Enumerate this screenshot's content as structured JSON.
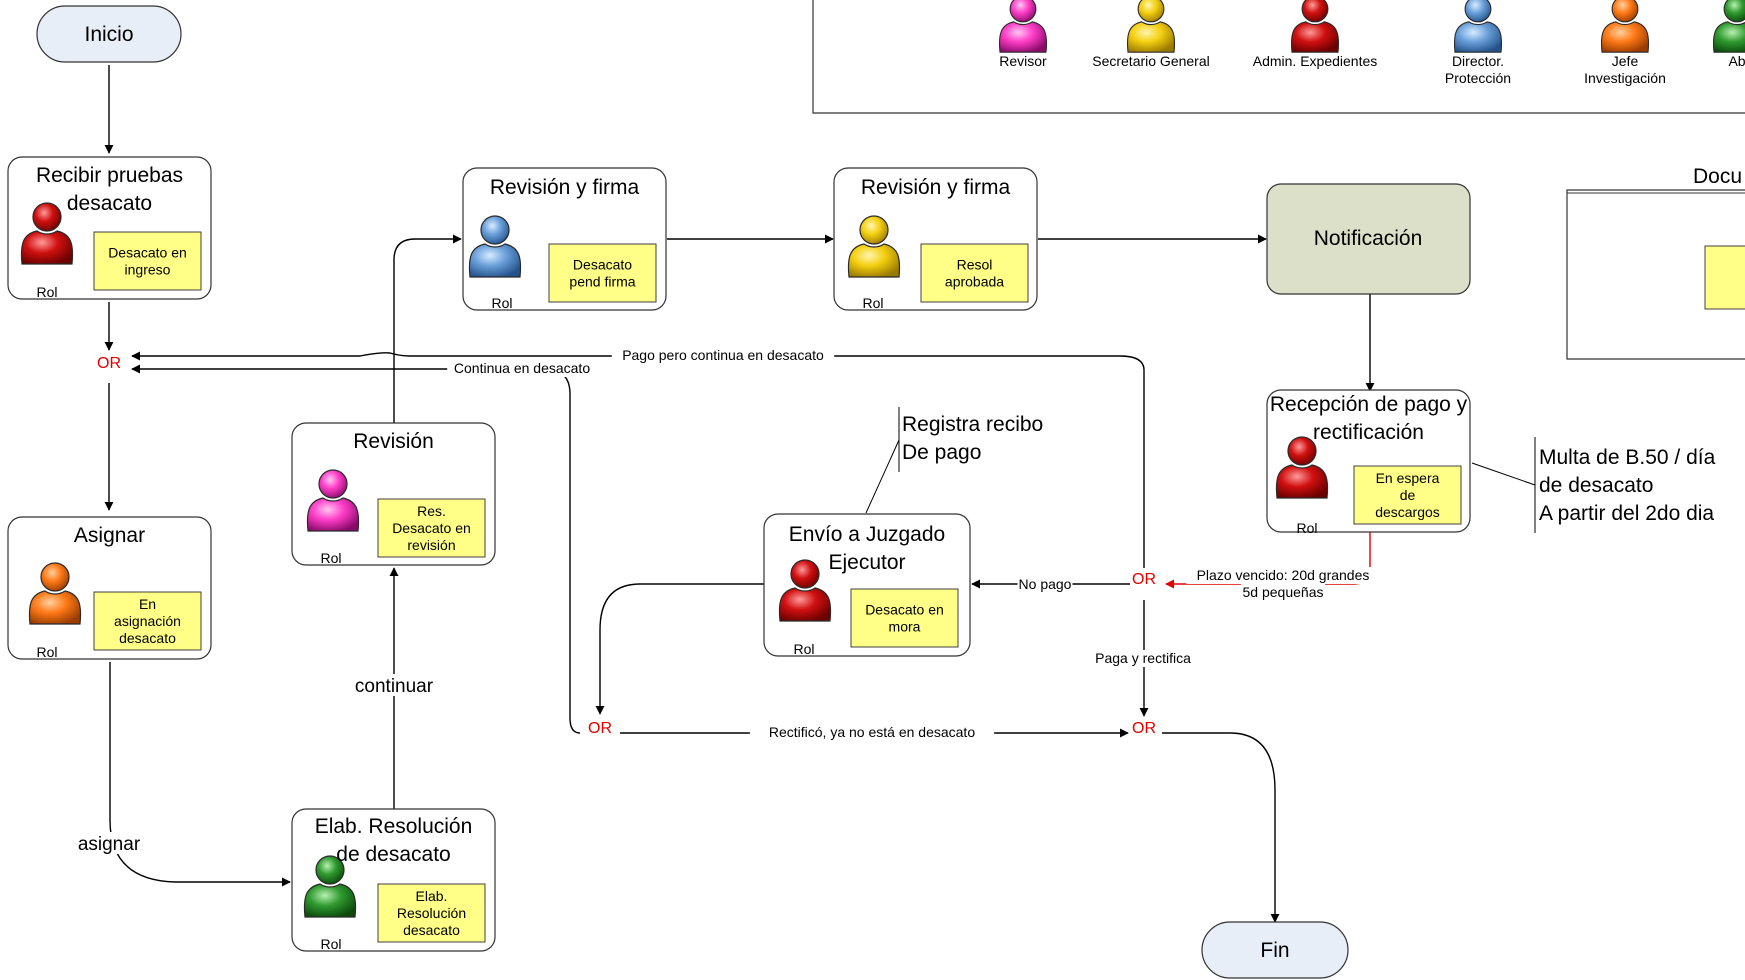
{
  "start": "Inicio",
  "end": "Fin",
  "role_label": "Rol",
  "or_label": "OR",
  "legend": {
    "roles": [
      "Revisor",
      "Secretario General",
      "Admin. Expedientes",
      "Director.",
      "Protección",
      "Jefe",
      "Investigación",
      "Ab"
    ]
  },
  "docs_title": "Docu",
  "steps": {
    "recibir": {
      "title": [
        "Recibir pruebas",
        "desacato"
      ],
      "doc": [
        "Desacato en",
        "ingreso"
      ]
    },
    "asignar": {
      "title": [
        "Asignar"
      ],
      "doc": [
        "En",
        "asignación",
        "desacato"
      ]
    },
    "elab": {
      "title": [
        "Elab. Resolución",
        "de desacato"
      ],
      "doc": [
        "Elab.",
        "Resolución",
        "desacato"
      ]
    },
    "revision": {
      "title": [
        "Revisión"
      ],
      "doc": [
        "Res.",
        "Desacato en",
        "revisión"
      ]
    },
    "firma1": {
      "title": [
        "Revisión y firma"
      ],
      "doc": [
        "Desacato",
        "pend firma"
      ]
    },
    "firma2": {
      "title": [
        "Revisión y firma"
      ],
      "doc": [
        "Resol",
        "aprobada"
      ]
    },
    "notificacion": {
      "title": [
        "Notificación"
      ]
    },
    "recepcion": {
      "title": [
        "Recepción de pago y",
        "rectificación"
      ],
      "doc": [
        "En espera",
        "de",
        "descargos"
      ]
    },
    "juzgado": {
      "title": [
        "Envío a Juzgado",
        "Ejecutor"
      ],
      "doc": [
        "Desacato en",
        "mora"
      ]
    }
  },
  "edges": {
    "asignar": "asignar",
    "continuar": "continuar",
    "pago_continua": "Pago pero continua en desacato",
    "continua": "Continua en desacato",
    "no_pago": "No pago",
    "plazo": [
      "Plazo vencido: 20d grandes",
      "5d pequeñas"
    ],
    "paga": "Paga y rectifica",
    "rectifico": "Rectificó, ya no está en desacato"
  },
  "notes": {
    "recibo": [
      "Registra recibo",
      "De pago"
    ],
    "multa": [
      "Multa de B.50 / día",
      "de desacato",
      "A partir del 2do dia"
    ]
  },
  "colors": {
    "red": "#d01010",
    "blue": "#5b8fd0",
    "yellow": "#f4d000",
    "pink": "#ff3ec8",
    "orange": "#ff7a18",
    "green": "#2f9a2f",
    "doc": "#ffff88",
    "notif": "#dde0c8",
    "term": "#e8eef8"
  }
}
